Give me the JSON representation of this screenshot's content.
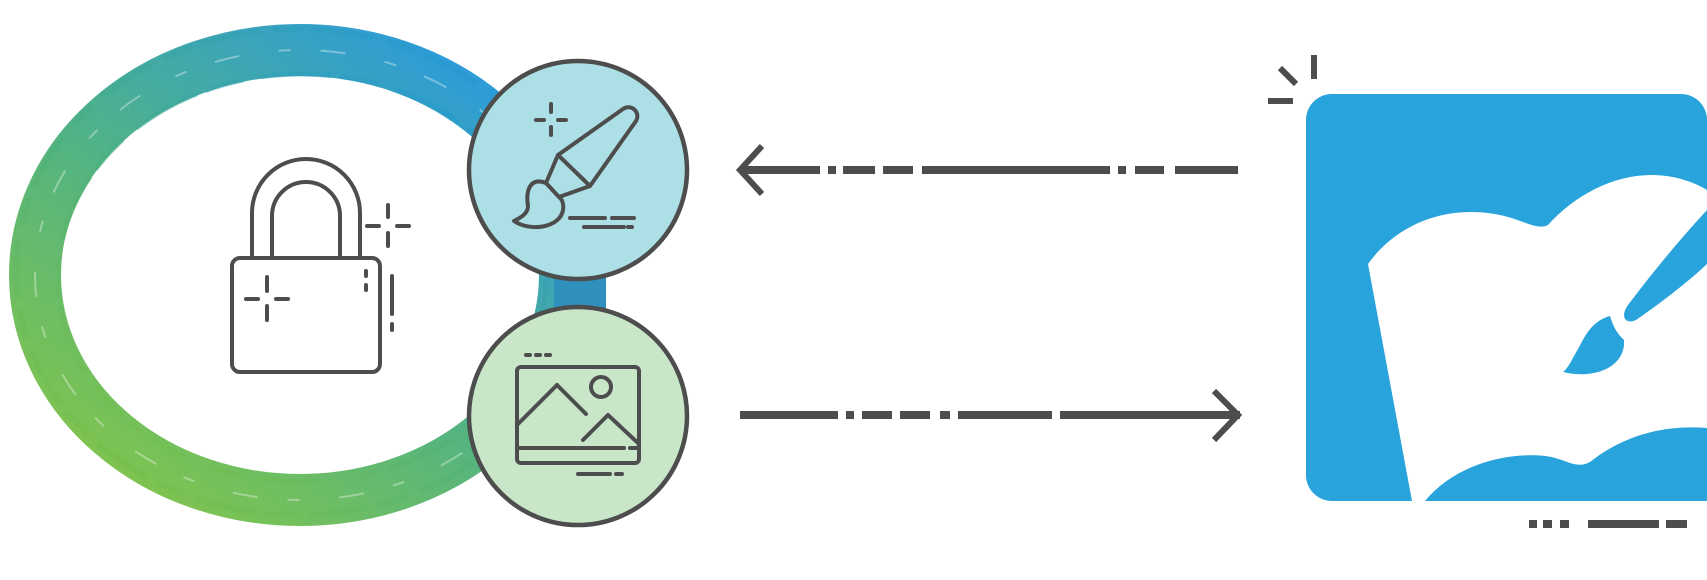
{
  "diagram": {
    "nodes": [
      {
        "id": "lock",
        "icon": "padlock-icon"
      },
      {
        "id": "edit",
        "icon": "paintbrush-icon",
        "fill": "#ade0e6"
      },
      {
        "id": "image",
        "icon": "image-icon",
        "fill": "#c9e7c8"
      },
      {
        "id": "app",
        "icon": "app-logo-icon",
        "fill": "#29a3dc"
      }
    ],
    "edges": [
      {
        "from": "app",
        "to": "edit",
        "style": "dash-dot",
        "direction": "left"
      },
      {
        "from": "image",
        "to": "app",
        "style": "dash-dot",
        "direction": "right"
      }
    ],
    "colors": {
      "stroke": "#4d4d4d",
      "ring_green": "#76c043",
      "ring_blue": "#2a98d5",
      "app_blue": "#29a3dc"
    }
  }
}
